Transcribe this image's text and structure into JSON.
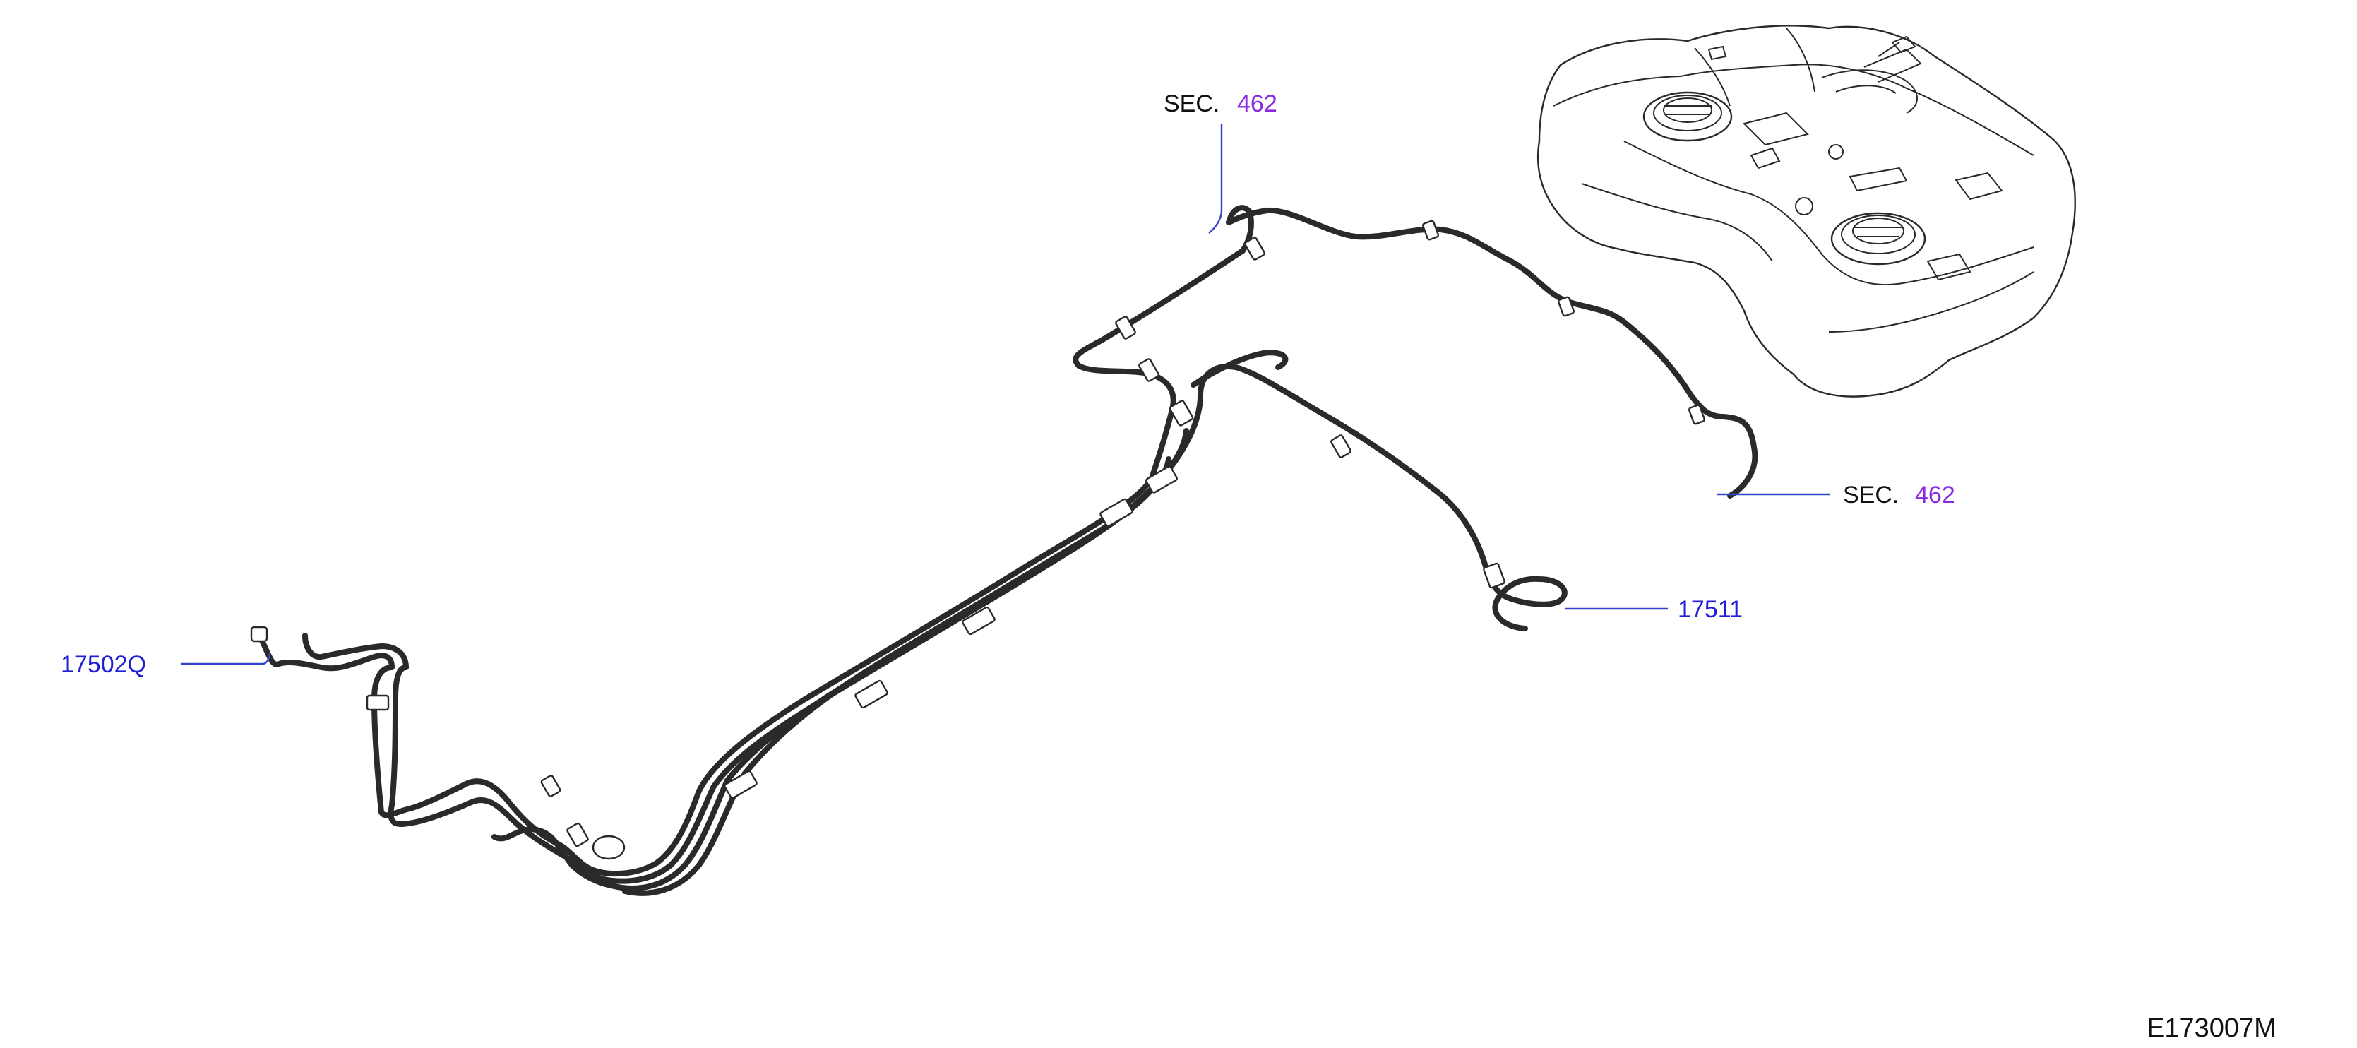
{
  "colors": {
    "part_number": "#1f1fd6",
    "section_number": "#8a2be2",
    "leader_line": "#3344cc",
    "line_art": "#2a2a2a",
    "text_black": "#111111"
  },
  "callouts": {
    "sec_top": {
      "prefix": "SEC.",
      "number": "462"
    },
    "sec_right": {
      "prefix": "SEC.",
      "number": "462"
    },
    "part_left": {
      "number": "17502Q"
    },
    "part_right": {
      "number": "17511"
    }
  },
  "footer": {
    "diagram_code": "E173007M"
  }
}
